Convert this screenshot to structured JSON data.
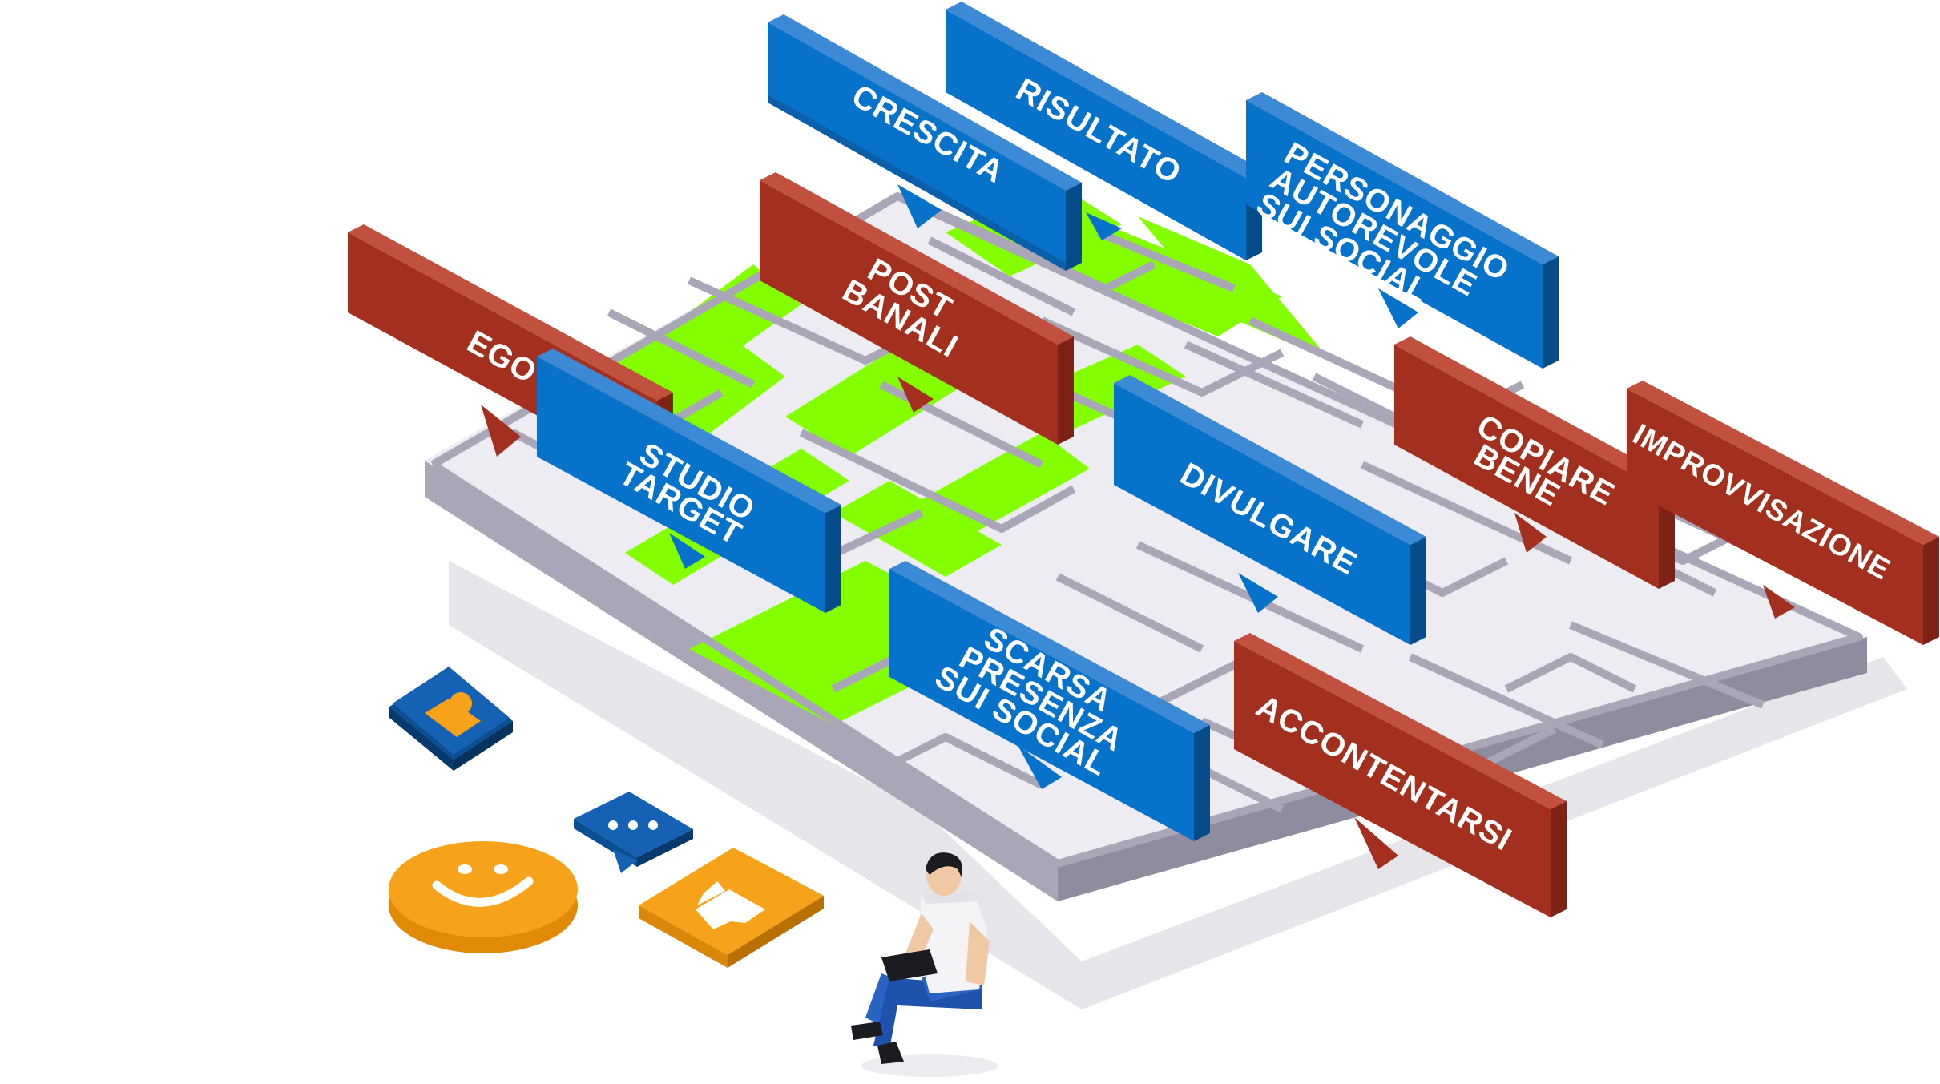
{
  "colors": {
    "maze_wall": "#a9a6b8",
    "maze_wall_top": "#d9d7e0",
    "maze_floor": "#ededf2",
    "maze_path": "#84ff00",
    "positive_tag": "#0772c9",
    "negative_tag": "#a3301e",
    "icon_blue": "#0b5fb0",
    "icon_orange": "#f7a21b",
    "shadow": "#e4e4e8"
  },
  "tags": {
    "crescita": {
      "lines": [
        "CRESCITA"
      ],
      "kind": "positive"
    },
    "risultato": {
      "lines": [
        "RISULTATO"
      ],
      "kind": "positive"
    },
    "personaggio": {
      "lines": [
        "PERSONAGGIO",
        "AUTOREVOLE",
        "SUI SOCIAL"
      ],
      "kind": "positive"
    },
    "post_banali": {
      "lines": [
        "POST",
        "BANALI"
      ],
      "kind": "negative"
    },
    "ego": {
      "lines": [
        "EGO"
      ],
      "kind": "negative"
    },
    "studio_target": {
      "lines": [
        "STUDIO",
        "TARGET"
      ],
      "kind": "positive"
    },
    "divulgare": {
      "lines": [
        "DIVULGARE"
      ],
      "kind": "positive"
    },
    "copiare_bene": {
      "lines": [
        "COPIARE",
        "BENE"
      ],
      "kind": "negative"
    },
    "improvvisazione": {
      "lines": [
        "IMPROVVISAZIONE"
      ],
      "kind": "negative"
    },
    "scarsa_presenza": {
      "lines": [
        "SCARSA",
        "PRESENZA",
        "SUI SOCIAL"
      ],
      "kind": "positive"
    },
    "accontentarsi": {
      "lines": [
        "ACCONTENTARSI"
      ],
      "kind": "negative"
    }
  },
  "icons": {
    "profile": "profile-card-icon",
    "chat": "chat-bubble-icon",
    "smile": "smiley-coin-icon",
    "like": "thumbs-up-icon",
    "person": "person-with-tablet"
  }
}
